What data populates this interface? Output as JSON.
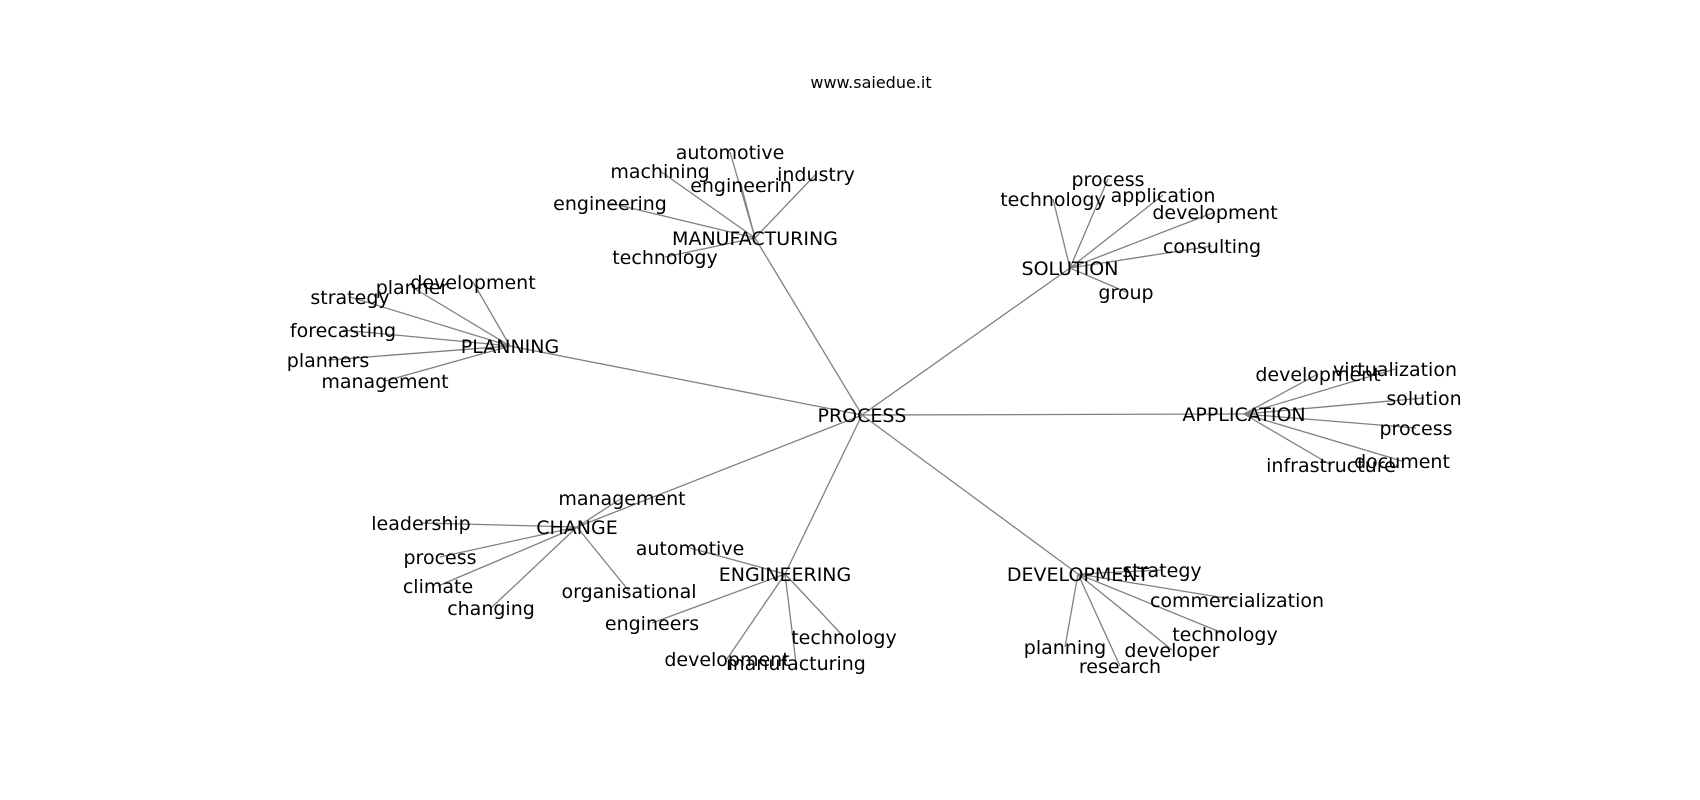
{
  "site_title": "www.saiedue.it",
  "colors": {
    "edge": "#808080",
    "text": "#000000",
    "background": "#ffffff"
  },
  "graph": {
    "center": "PROCESS",
    "clusters": [
      {
        "hub": "MANUFACTURING",
        "leaves": [
          "automotive",
          "machining",
          "engineerin",
          "industry",
          "engineering",
          "technology"
        ]
      },
      {
        "hub": "SOLUTION",
        "leaves": [
          "process",
          "application",
          "technology",
          "development",
          "consulting",
          "group"
        ]
      },
      {
        "hub": "PLANNING",
        "leaves": [
          "development",
          "planner",
          "strategy",
          "forecasting",
          "planners",
          "management"
        ]
      },
      {
        "hub": "APPLICATION",
        "leaves": [
          "development",
          "virtualization",
          "solution",
          "process",
          "document",
          "infrastructure"
        ]
      },
      {
        "hub": "CHANGE",
        "leaves": [
          "management",
          "leadership",
          "process",
          "climate",
          "changing",
          "organisational"
        ]
      },
      {
        "hub": "ENGINEERING",
        "leaves": [
          "automotive",
          "engineers",
          "development",
          "manufacturing",
          "technology"
        ]
      },
      {
        "hub": "DEVELOPMENT",
        "leaves": [
          "strategy",
          "commercialization",
          "technology",
          "developer",
          "research",
          "planning"
        ]
      }
    ]
  }
}
